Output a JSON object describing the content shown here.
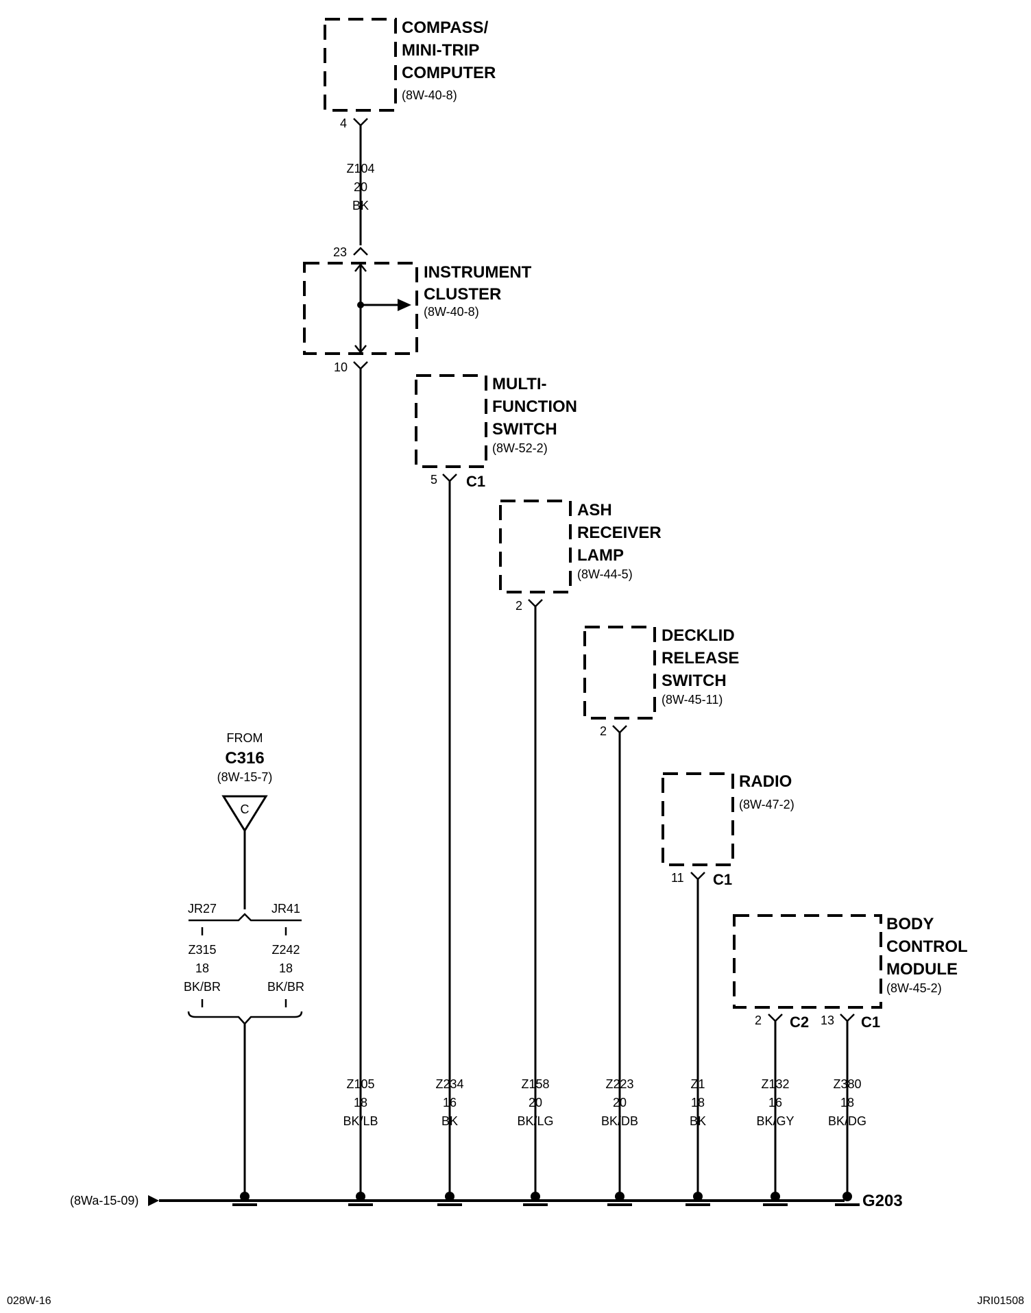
{
  "components": [
    {
      "id": "compass",
      "lines": [
        "COMPASS/",
        "MINI-TRIP",
        "COMPUTER"
      ],
      "ref": "(8W-40-8)"
    },
    {
      "id": "cluster",
      "lines": [
        "INSTRUMENT",
        "CLUSTER"
      ],
      "ref": "(8W-40-8)"
    },
    {
      "id": "mfs",
      "lines": [
        "MULTI-",
        "FUNCTION",
        "SWITCH"
      ],
      "ref": "(8W-52-2)"
    },
    {
      "id": "ash",
      "lines": [
        "ASH",
        "RECEIVER",
        "LAMP"
      ],
      "ref": "(8W-44-5)"
    },
    {
      "id": "decklid",
      "lines": [
        "DECKLID",
        "RELEASE",
        "SWITCH"
      ],
      "ref": "(8W-45-11)"
    },
    {
      "id": "radio",
      "lines": [
        "RADIO"
      ],
      "ref": "(8W-47-2)"
    },
    {
      "id": "bcm",
      "lines": [
        "BODY",
        "CONTROL",
        "MODULE"
      ],
      "ref": "(8W-45-2)"
    }
  ],
  "pins": {
    "compass": "4",
    "cluster_in": "23",
    "cluster_out": "10",
    "mfs": "5",
    "mfs_conn": "C1",
    "ash": "2",
    "decklid": "2",
    "radio": "11",
    "radio_conn": "C1",
    "bcm_a": "2",
    "bcm_a_conn": "C2",
    "bcm_b": "13",
    "bcm_b_conn": "C1"
  },
  "wires": {
    "z104": [
      "Z104",
      "20",
      "BK"
    ],
    "z315": [
      "Z315",
      "18",
      "BK/BR"
    ],
    "z242": [
      "Z242",
      "18",
      "BK/BR"
    ],
    "z105": [
      "Z105",
      "18",
      "BK/LB"
    ],
    "z234": [
      "Z234",
      "16",
      "BK"
    ],
    "z158": [
      "Z158",
      "20",
      "BK/LG"
    ],
    "z223": [
      "Z223",
      "20",
      "BK/DB"
    ],
    "z1": [
      "Z1",
      "18",
      "BK"
    ],
    "z132": [
      "Z132",
      "16",
      "BK/GY"
    ],
    "z380": [
      "Z380",
      "18",
      "BK/DG"
    ]
  },
  "from": {
    "label": "FROM",
    "connector": "C316",
    "ref": "(8W-15-7)",
    "symbol": "C"
  },
  "splices": {
    "left": "JR27",
    "right": "JR41"
  },
  "bus_ref": "(8Wa-15-09)",
  "ground": "G203",
  "footer_left": "028W-16",
  "footer_right": "JRI01508"
}
